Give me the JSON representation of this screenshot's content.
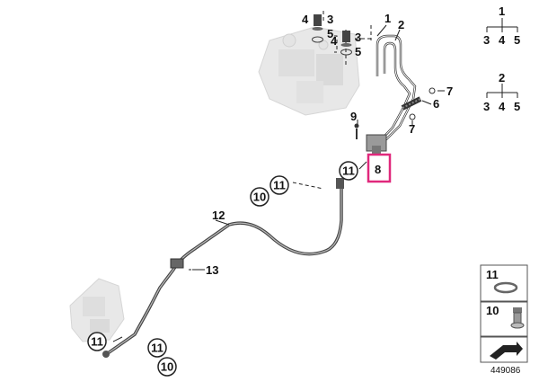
{
  "diagram": {
    "callouts": {
      "c1": "1",
      "c2": "2",
      "c3a": "3",
      "c4a": "4",
      "c5a": "5",
      "c3b": "3",
      "c4b": "4",
      "c5b": "5",
      "c6": "6",
      "c7a": "7",
      "c7b": "7",
      "c8": "8",
      "c9": "9",
      "c10a": "10",
      "c11a": "11",
      "c11b": "11",
      "c12": "12",
      "c13": "13",
      "c11c": "11",
      "c11d": "11",
      "c10b": "10"
    },
    "tree1": {
      "root": "1",
      "leaves": [
        "3",
        "4",
        "5"
      ]
    },
    "tree2": {
      "root": "2",
      "leaves": [
        "3",
        "4",
        "5"
      ]
    },
    "legend": {
      "item11": "11",
      "item10": "10"
    },
    "diagram_id": "449086",
    "highlight_color": "#e0287c"
  }
}
